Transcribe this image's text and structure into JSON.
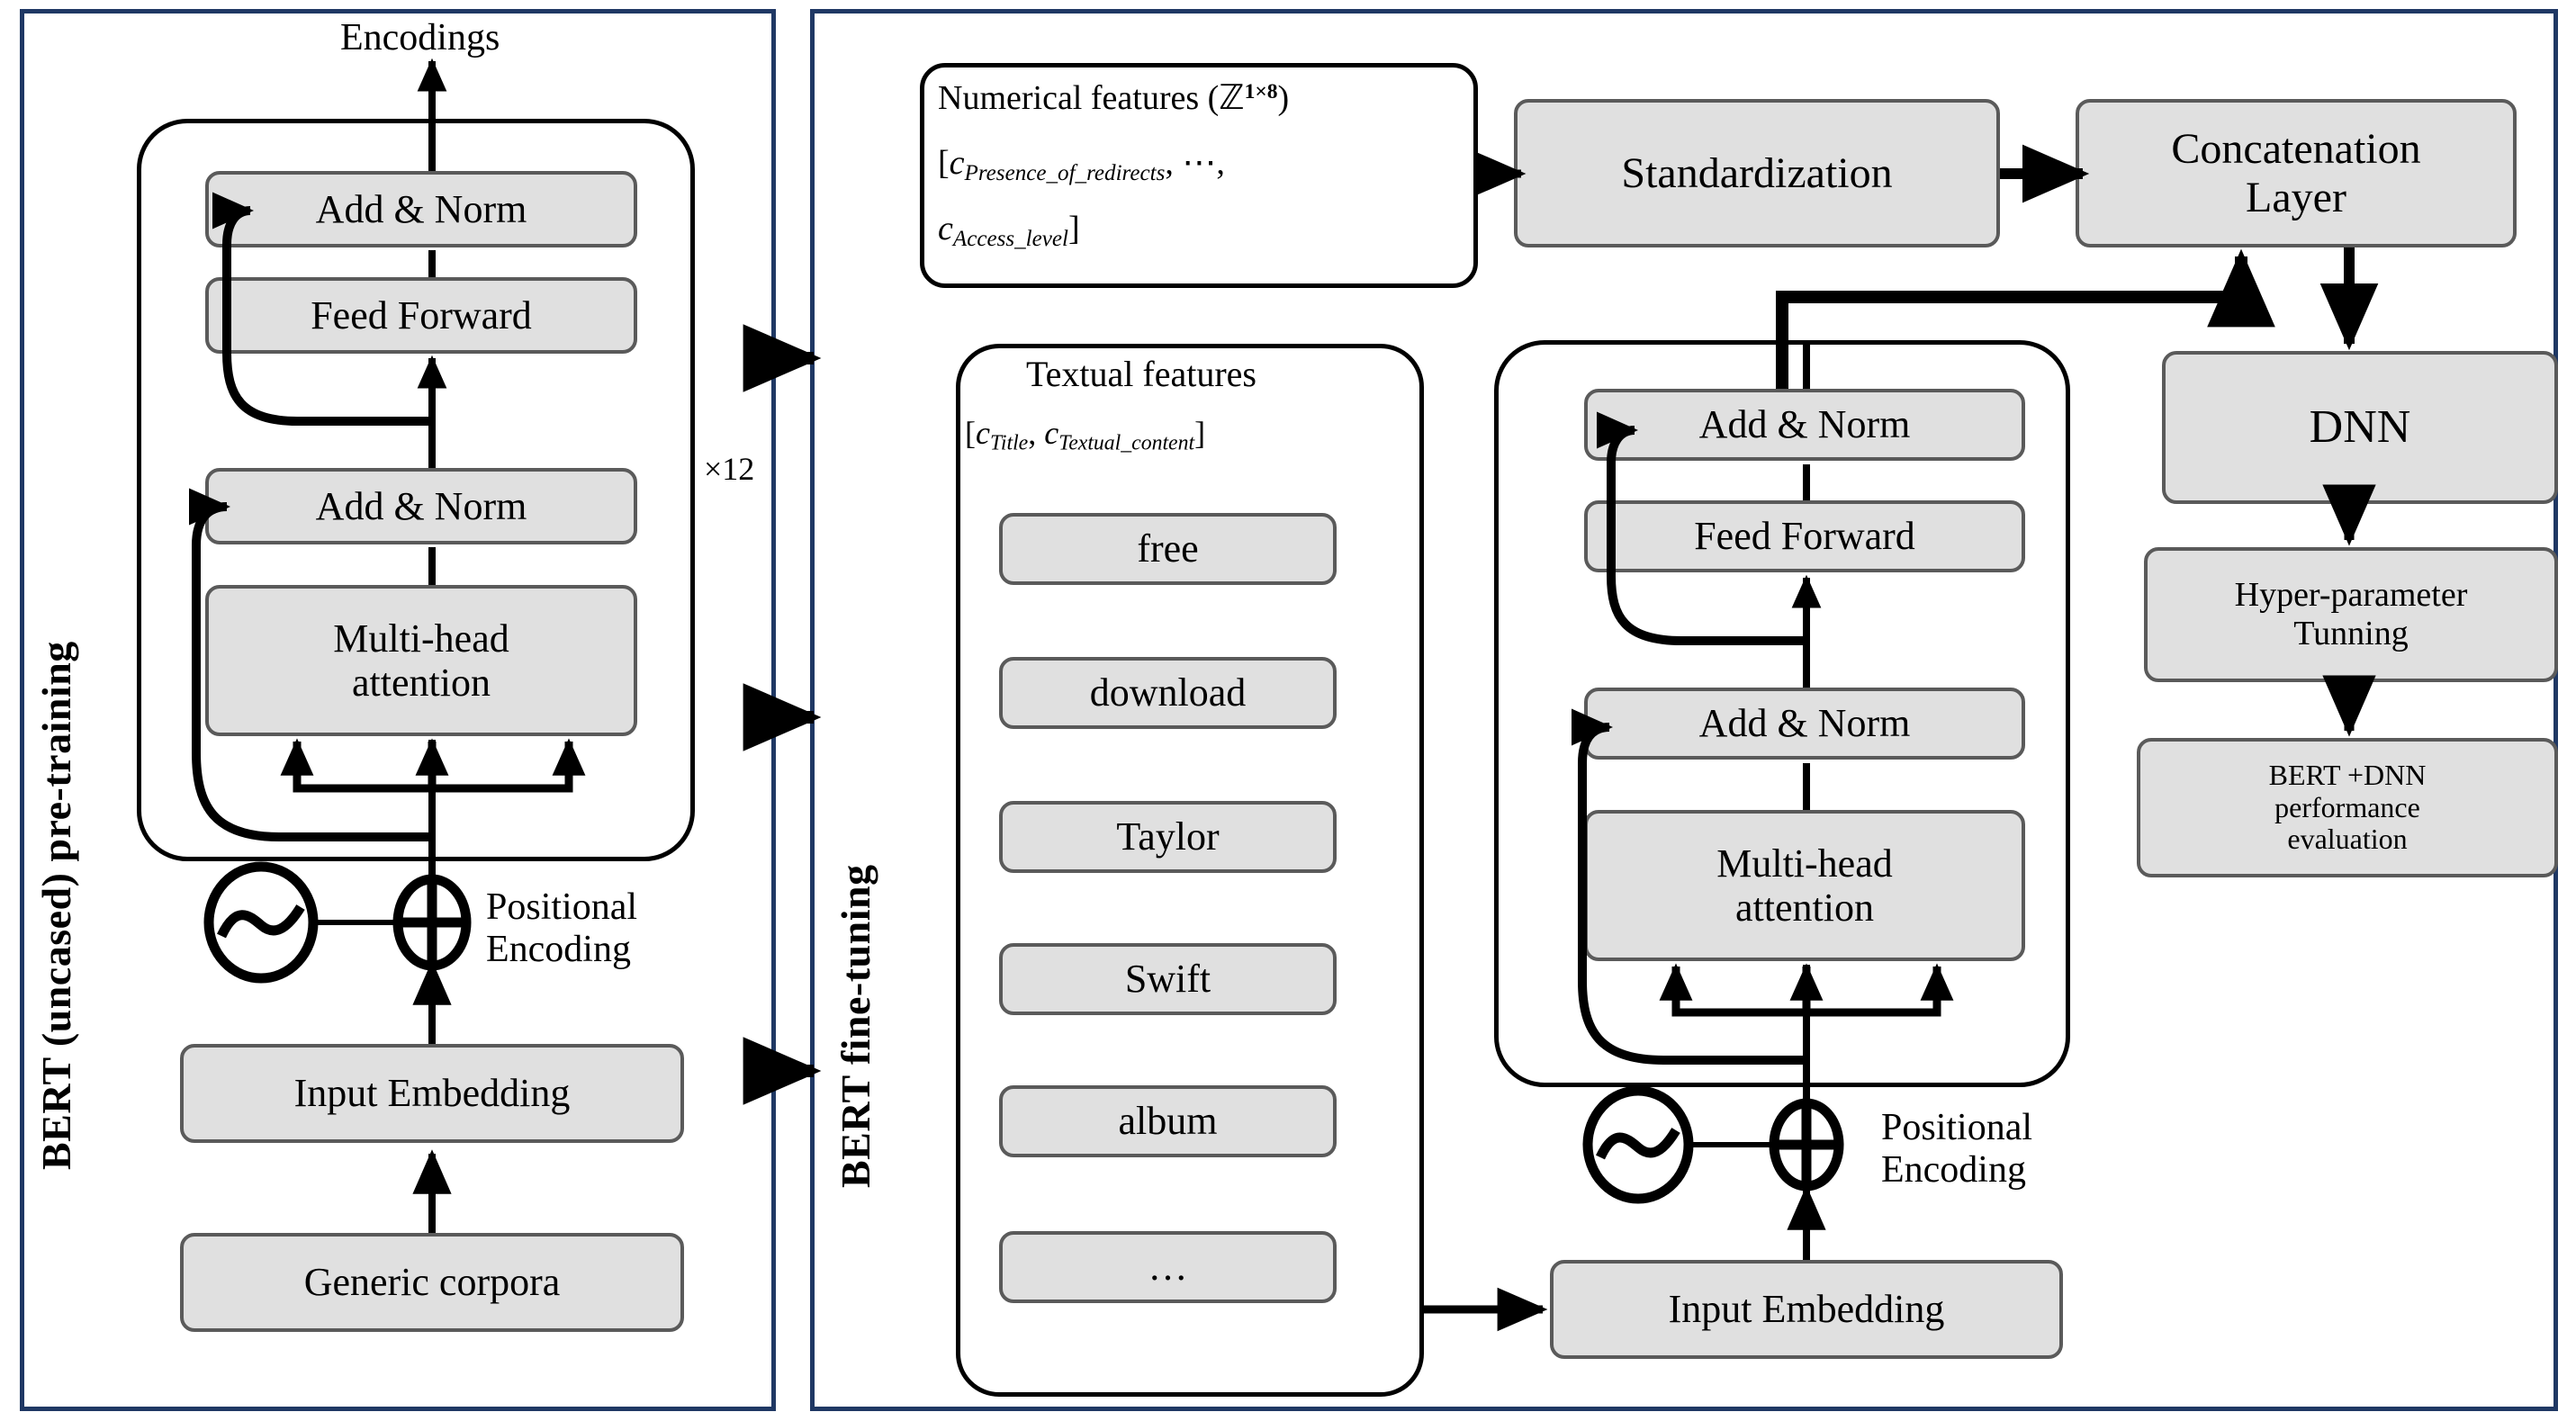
{
  "diagram": {
    "title": "BERT pre-training and BERT fine-tuning with DNN architecture",
    "colors": {
      "panel_border": "#1F3864",
      "box_fill": "#E0E0E0",
      "box_border": "#5A5A5A",
      "connector": "#000000"
    }
  },
  "pretraining": {
    "side_label": "BERT (uncased) pre-training",
    "output_label": "Encodings",
    "repeat_label": "×12",
    "positional_label_line1": "Positional",
    "positional_label_line2": "Encoding",
    "blocks": [
      {
        "id": "add-norm-top",
        "label": "Add & Norm"
      },
      {
        "id": "feed-forward",
        "label": "Feed Forward"
      },
      {
        "id": "add-norm-bottom",
        "label": "Add & Norm"
      },
      {
        "id": "multi-head-attention",
        "label": "Multi-head\nattention"
      },
      {
        "id": "input-embedding",
        "label": "Input Embedding"
      },
      {
        "id": "generic-corpora",
        "label": "Generic corpora"
      }
    ]
  },
  "finetuning": {
    "side_label": "BERT fine-tuning",
    "numerical_features": {
      "heading": "Numerical features (ℤ",
      "heading_sup": "1×8",
      "heading_tail": ")",
      "line2_open": "[",
      "line2_c": "c",
      "line2_sub": "Presence_of_redirects",
      "line2_tail": ", ⋯,",
      "line3_c": "c",
      "line3_sub": "Access_level",
      "line3_close": "]"
    },
    "textual_features": {
      "heading": "Textual features",
      "formula_open": "[",
      "formula_c1": "c",
      "formula_sub1": "Title",
      "formula_comma": ", ",
      "formula_c2": "c",
      "formula_sub2": "Textual_content",
      "formula_close": "]",
      "tokens": [
        {
          "label": "free"
        },
        {
          "label": "download"
        },
        {
          "label": "Taylor"
        },
        {
          "label": "Swift"
        },
        {
          "label": "album"
        },
        {
          "label": "…"
        }
      ]
    },
    "transformer_blocks": [
      {
        "id": "add-norm-top",
        "label": "Add & Norm"
      },
      {
        "id": "feed-forward",
        "label": "Feed Forward"
      },
      {
        "id": "add-norm-bottom",
        "label": "Add & Norm"
      },
      {
        "id": "multi-head-attention",
        "label": "Multi-head\nattention"
      },
      {
        "id": "input-embedding",
        "label": "Input Embedding"
      }
    ],
    "positional_label_line1": "Positional",
    "positional_label_line2": "Encoding",
    "pipeline": [
      {
        "id": "standardization",
        "label": "Standardization"
      },
      {
        "id": "concatenation-layer",
        "label": "Concatenation\nLayer"
      },
      {
        "id": "dnn",
        "label": "DNN"
      },
      {
        "id": "hyper-parameter-tunning",
        "label": "Hyper-parameter\nTunning"
      },
      {
        "id": "bert-dnn-performance-evaluation",
        "label": "BERT +DNN\nperformance\nevaluation"
      }
    ]
  }
}
